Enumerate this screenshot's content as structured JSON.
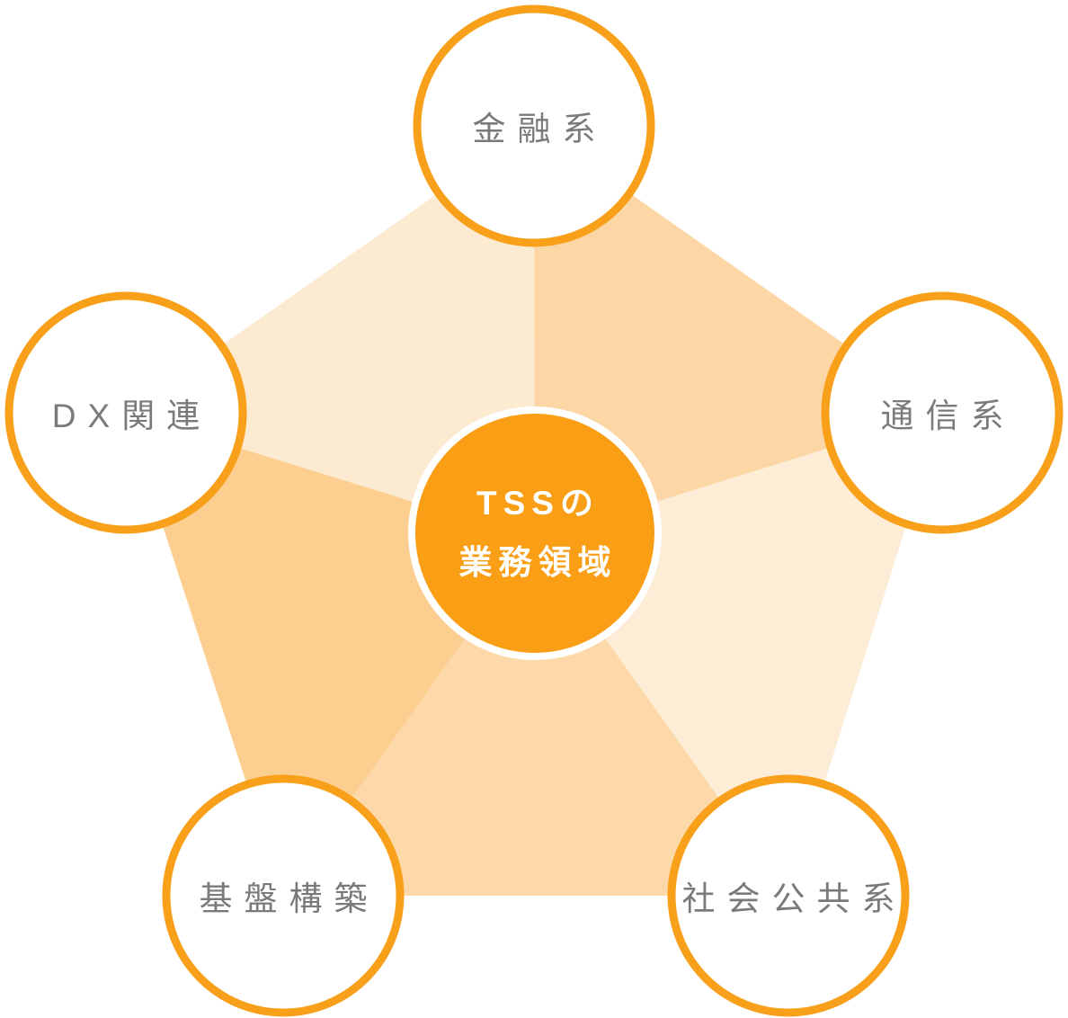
{
  "diagram": {
    "center": {
      "label_line1": "TSSの",
      "label_line2": "業務領域",
      "fill": "#F99E15",
      "ring_color": "#FFFFFF",
      "text_color": "#FFFFFF"
    },
    "nodes": [
      {
        "id": "finance",
        "label": "金融系",
        "position": "top"
      },
      {
        "id": "telecom",
        "label": "通信系",
        "position": "right"
      },
      {
        "id": "social-public",
        "label": "社会公共系",
        "position": "bottom-right"
      },
      {
        "id": "infrastructure",
        "label": "基盤構築",
        "position": "bottom-left"
      },
      {
        "id": "dx",
        "label": "DX関連",
        "position": "left"
      }
    ],
    "node_style": {
      "fill": "#FFFFFF",
      "border_color": "#F9A01B",
      "text_color": "#7A7A7A"
    },
    "segments": [
      {
        "name": "top-left",
        "between": [
          "DX関連",
          "金融系"
        ],
        "color": "#FCEAD1"
      },
      {
        "name": "top-right",
        "between": [
          "金融系",
          "通信系"
        ],
        "color": "#FCD7A5"
      },
      {
        "name": "right",
        "between": [
          "通信系",
          "社会公共系"
        ],
        "color": "#FDECD6"
      },
      {
        "name": "bottom",
        "between": [
          "社会公共系",
          "基盤構築"
        ],
        "color": "#FDD9A9"
      },
      {
        "name": "left",
        "between": [
          "基盤構築",
          "DX関連"
        ],
        "color": "#FCCE90"
      }
    ]
  }
}
